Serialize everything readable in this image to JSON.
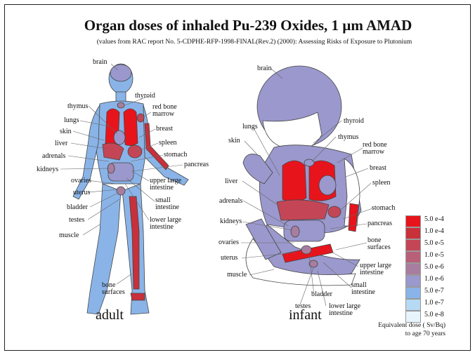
{
  "title": "Organ doses of inhaled Pu-239 Oxides, 1 µm AMAD",
  "subtitle": "(values from RAC report No. 5-CDPHE-RFP-1998-FINAL(Rev.2) (2000): Assessing Risks of Exposure to Plutonium",
  "captions": {
    "adult": "adult",
    "infant": "infant"
  },
  "adult_labels": {
    "brain": "brain",
    "thyroid": "thyroid",
    "thymus": "thymus",
    "red_bone_marrow": "red bone\nmarrow",
    "lungs": "lungs",
    "breast": "breast",
    "skin": "skin",
    "liver": "liver",
    "spleen": "spleen",
    "adrenals": "adrenals",
    "stomach": "stomach",
    "kidneys": "kidneys",
    "pancreas": "pancreas",
    "ovaries": "ovaries",
    "upper_large_intestine": "upper large\nintestine",
    "uterus": "uterus",
    "small_intestine": "small\nintestine",
    "bladder": "bladder",
    "testes": "testes",
    "lower_large_intestine": "lower large\nintestine",
    "muscle": "muscle",
    "bone_surfaces": "bone\nsurfaces"
  },
  "infant_labels": {
    "brain": "brain",
    "thyroid": "thyroid",
    "lungs": "lungs",
    "thymus": "thymus",
    "skin": "skin",
    "red_bone_marrow": "red bone\nmarrow",
    "breast": "breast",
    "liver": "liver",
    "spleen": "spleen",
    "adrenals": "adrenals",
    "stomach": "stomach",
    "kidneys": "kidneys",
    "pancreas": "pancreas",
    "bone_surfaces": "bone\nsurfaces",
    "ovaries": "ovaries",
    "uterus": "uterus",
    "upper_large_intestine": "upper large\nintestine",
    "muscle": "muscle",
    "small_intestine": "small\nintestine",
    "bladder": "bladder",
    "testes": "testes",
    "lower_large_intestine": "lower large\nintestine"
  },
  "legend": {
    "items": [
      {
        "label": "5.0 e-4",
        "color": "#e8141c"
      },
      {
        "label": "1.0 e-4",
        "color": "#c8303a"
      },
      {
        "label": "5.0 e-5",
        "color": "#c44656"
      },
      {
        "label": "1.0 e-5",
        "color": "#b86078"
      },
      {
        "label": "5.0 e-6",
        "color": "#a87ea0"
      },
      {
        "label": "1.0 e-6",
        "color": "#9a98cc"
      },
      {
        "label": "5.0 e-7",
        "color": "#8ab4e8"
      },
      {
        "label": "1.0 e-7",
        "color": "#b6daf4"
      },
      {
        "label": "5.0 e-8",
        "color": "#e8f4fc"
      }
    ],
    "note": "Equivalent dose ( Sv/Bq)\nto age 70 years"
  }
}
